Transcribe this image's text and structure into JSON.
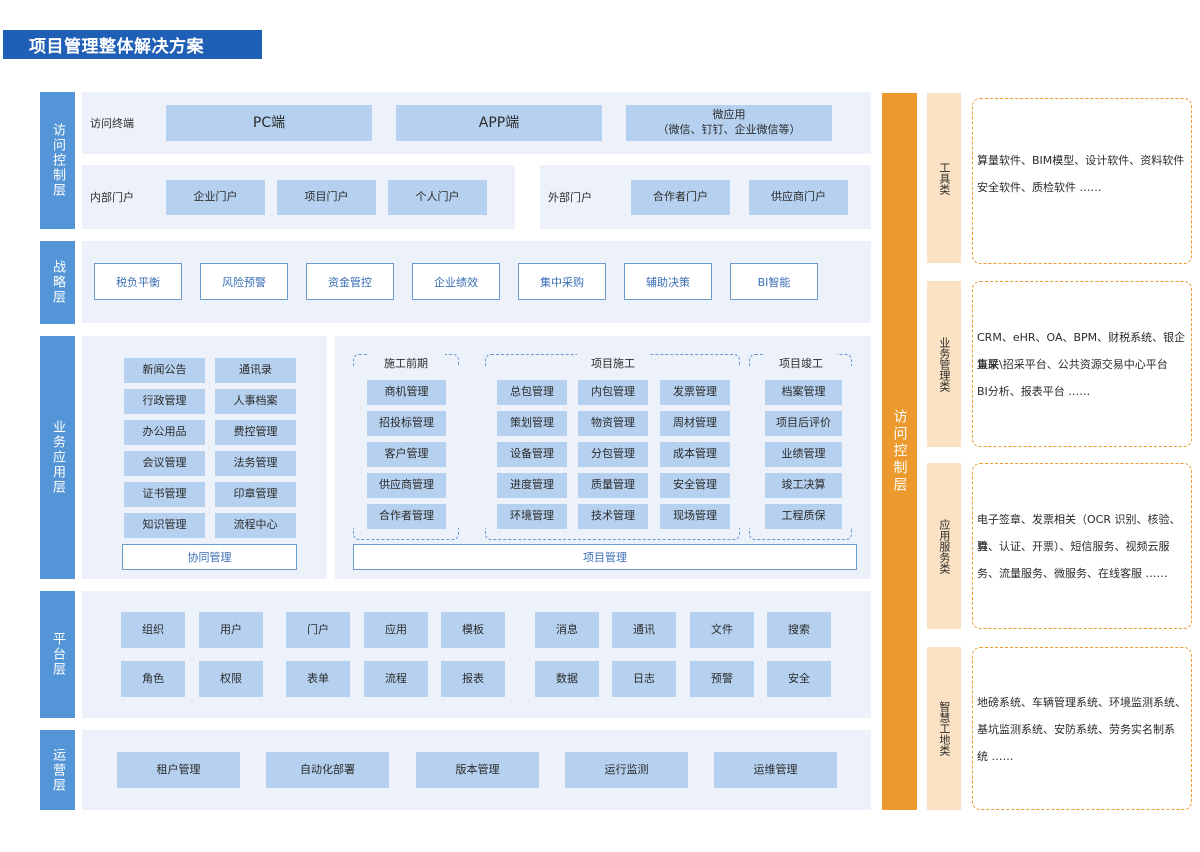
{
  "title": "项目管理整体解决方案",
  "layers": {
    "access": "访问控制层",
    "strategy": "战略层",
    "business": "业务应用层",
    "platform": "平台层",
    "ops": "运营层"
  },
  "access": {
    "terminal_label": "访问终端",
    "pc": "PC端",
    "app": "APP端",
    "wechat_line1": "微应用",
    "wechat_line2": "（微信、钉钉、企业微信等）",
    "internal_label": "内部门户",
    "internal_items": [
      "企业门户",
      "项目门户",
      "个人门户"
    ],
    "external_label": "外部门户",
    "external_items": [
      "合作者门户",
      "供应商门户"
    ]
  },
  "strategy": {
    "items": [
      "税负平衡",
      "风险预警",
      "资金管控",
      "企业绩效",
      "集中采购",
      "辅助决策",
      "BI智能"
    ]
  },
  "business": {
    "collab_items": [
      "新闻公告",
      "通讯录",
      "行政管理",
      "人事档案",
      "办公用品",
      "费控管理",
      "会议管理",
      "法务管理",
      "证书管理",
      "印章管理",
      "知识管理",
      "流程中心"
    ],
    "collab_label": "协同管理",
    "pre_title": "施工前期",
    "pre_items": [
      "商机管理",
      "招投标管理",
      "客户管理",
      "供应商管理",
      "合作者管理"
    ],
    "build_title": "项目施工",
    "build_items": [
      "总包管理",
      "内包管理",
      "发票管理",
      "策划管理",
      "物资管理",
      "周材管理",
      "设备管理",
      "分包管理",
      "成本管理",
      "进度管理",
      "质量管理",
      "安全管理",
      "环境管理",
      "技术管理",
      "现场管理"
    ],
    "done_title": "项目竣工",
    "done_items": [
      "档案管理",
      "项目后评价",
      "业绩管理",
      "竣工决算",
      "工程质保"
    ],
    "project_label": "项目管理"
  },
  "platform": {
    "row1": [
      "组织",
      "用户",
      "门户",
      "应用",
      "模板",
      "消息",
      "通讯",
      "文件",
      "搜索"
    ],
    "row2": [
      "角色",
      "权限",
      "表单",
      "流程",
      "报表",
      "数据",
      "日志",
      "预警",
      "安全"
    ]
  },
  "ops": {
    "items": [
      "租户管理",
      "自动化部署",
      "版本管理",
      "运行监测",
      "运维管理"
    ]
  },
  "orange_bar": "访问控制层",
  "categories": [
    {
      "label": "工具类",
      "lines": [
        "算量软件、BIM模型、设计软件、资料软件",
        "安全软件、质检软件 ……"
      ]
    },
    {
      "label": "业务管理类",
      "lines": [
        "CRM、eHR、OA、BPM、财税系统、银企直联",
        "集采\\招采平台、公共资源交易中心平台",
        "BI分析、报表平台 ……"
      ]
    },
    {
      "label": "应用服务类",
      "lines": [
        "电子签章、发票相关（OCR 识别、核验、验",
        "真、认证、开票）、短信服务、视频云服",
        "务、流量服务、微服务、在线客服 ……"
      ]
    },
    {
      "label": "智慧工地类",
      "lines": [
        "地磅系统、车辆管理系统、环境监测系统、",
        "基坑监测系统、安防系统、劳务实名制系",
        "统 ……"
      ]
    }
  ]
}
